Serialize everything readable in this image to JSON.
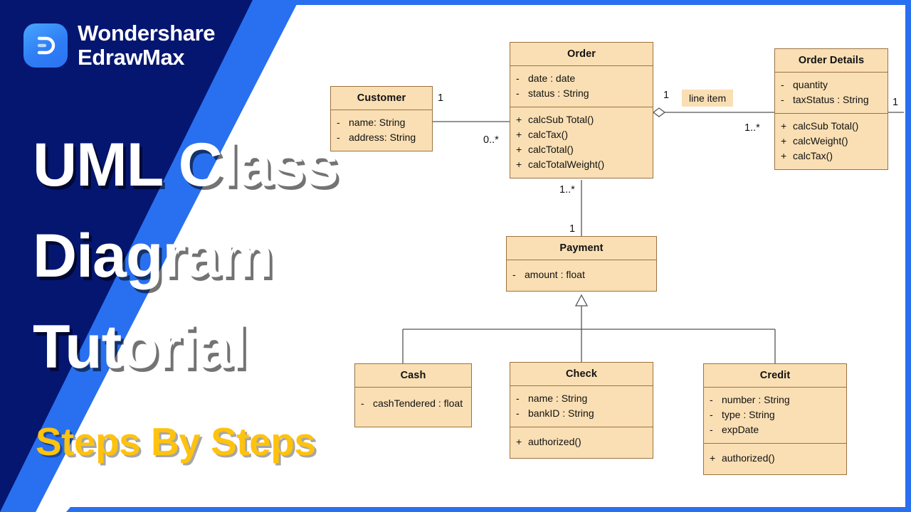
{
  "brand": {
    "logo_icon": "edrawmax-logo-icon",
    "line1": "Wondershare",
    "line2": "EdrawMax"
  },
  "promo": {
    "headline_line1": "UML Class",
    "headline_line2": "Diagram",
    "headline_line3": "Tutorial",
    "subtitle": "Steps By Steps",
    "colors": {
      "navy": "#051670",
      "stripe_blue": "#2970f0",
      "subtitle_gold": "#ffc20e",
      "headline_white": "#ffffff"
    }
  },
  "diagram": {
    "type": "uml-class-diagram",
    "colors": {
      "class_fill": "#fadfb4",
      "class_border": "#9b7240",
      "connector": "#555555",
      "canvas": "#ffffff"
    },
    "classes": [
      {
        "id": "customer",
        "name": "Customer",
        "attributes": [
          {
            "visibility": "-",
            "text": "name: String"
          },
          {
            "visibility": "-",
            "text": "address: String"
          }
        ],
        "operations": []
      },
      {
        "id": "order",
        "name": "Order",
        "attributes": [
          {
            "visibility": "-",
            "text": "date : date"
          },
          {
            "visibility": "-",
            "text": "status : String"
          }
        ],
        "operations": [
          {
            "visibility": "+",
            "text": "calcSub Total()"
          },
          {
            "visibility": "+",
            "text": "calcTax()"
          },
          {
            "visibility": "+",
            "text": "calcTotal()"
          },
          {
            "visibility": "+",
            "text": "calcTotalWeight()"
          }
        ]
      },
      {
        "id": "order-details",
        "name": "Order Details",
        "attributes": [
          {
            "visibility": "-",
            "text": "quantity"
          },
          {
            "visibility": "-",
            "text": "taxStatus : String"
          }
        ],
        "operations": [
          {
            "visibility": "+",
            "text": "calcSub Total()"
          },
          {
            "visibility": "+",
            "text": "calcWeight()"
          },
          {
            "visibility": "+",
            "text": "calcTax()"
          }
        ]
      },
      {
        "id": "payment",
        "name": "Payment",
        "attributes": [
          {
            "visibility": "-",
            "text": "amount : float"
          }
        ],
        "operations": []
      },
      {
        "id": "cash",
        "name": "Cash",
        "attributes": [
          {
            "visibility": "-",
            "text": "cashTendered : float"
          }
        ],
        "operations": []
      },
      {
        "id": "check",
        "name": "Check",
        "attributes": [
          {
            "visibility": "-",
            "text": "name : String"
          },
          {
            "visibility": "-",
            "text": "bankID : String"
          }
        ],
        "operations": [
          {
            "visibility": "+",
            "text": "authorized()"
          }
        ]
      },
      {
        "id": "credit",
        "name": "Credit",
        "attributes": [
          {
            "visibility": "-",
            "text": "number : String"
          },
          {
            "visibility": "-",
            "text": "type : String"
          },
          {
            "visibility": "-",
            "text": "expDate"
          }
        ],
        "operations": [
          {
            "visibility": "+",
            "text": "authorized()"
          }
        ]
      }
    ],
    "association_labels": [
      {
        "id": "line-item",
        "text": "line item"
      }
    ],
    "multiplicities": [
      {
        "id": "customer-side",
        "text": "1"
      },
      {
        "id": "order-side",
        "text": "0..*"
      },
      {
        "id": "order-aggregation",
        "text": "1"
      },
      {
        "id": "order-details-side",
        "text": "1..*"
      },
      {
        "id": "order-details-right",
        "text": "1"
      },
      {
        "id": "order-payment-top",
        "text": "1..*"
      },
      {
        "id": "order-payment-bottom",
        "text": "1"
      }
    ]
  }
}
